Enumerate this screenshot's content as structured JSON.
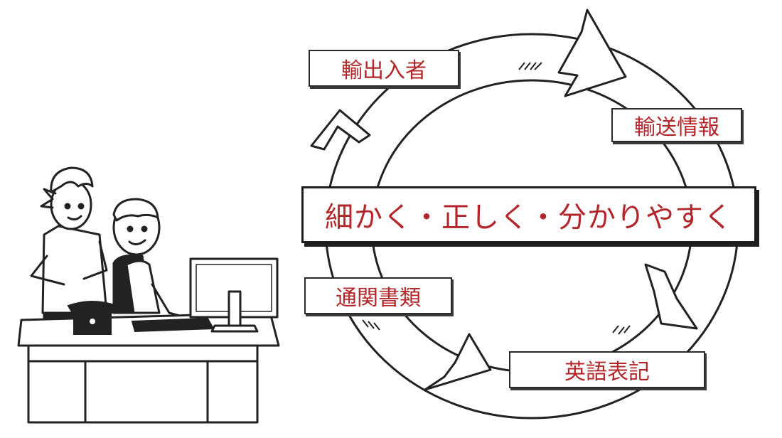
{
  "diagram": {
    "center_text": "細かく・正しく・分かりやすく",
    "cycle_labels": [
      {
        "key": "top-left",
        "text": "輸出入者"
      },
      {
        "key": "right",
        "text": "輸送情報"
      },
      {
        "key": "bottom-right",
        "text": "英語表記"
      },
      {
        "key": "left",
        "text": "通関書類"
      }
    ],
    "colors": {
      "text_red": "#b3262a",
      "stroke": "#222222",
      "background": "#ffffff"
    },
    "icons": [
      "cycle-arrow-icon",
      "office-workers-illustration",
      "computer-monitor-icon",
      "telephone-icon",
      "keyboard-icon"
    ]
  }
}
